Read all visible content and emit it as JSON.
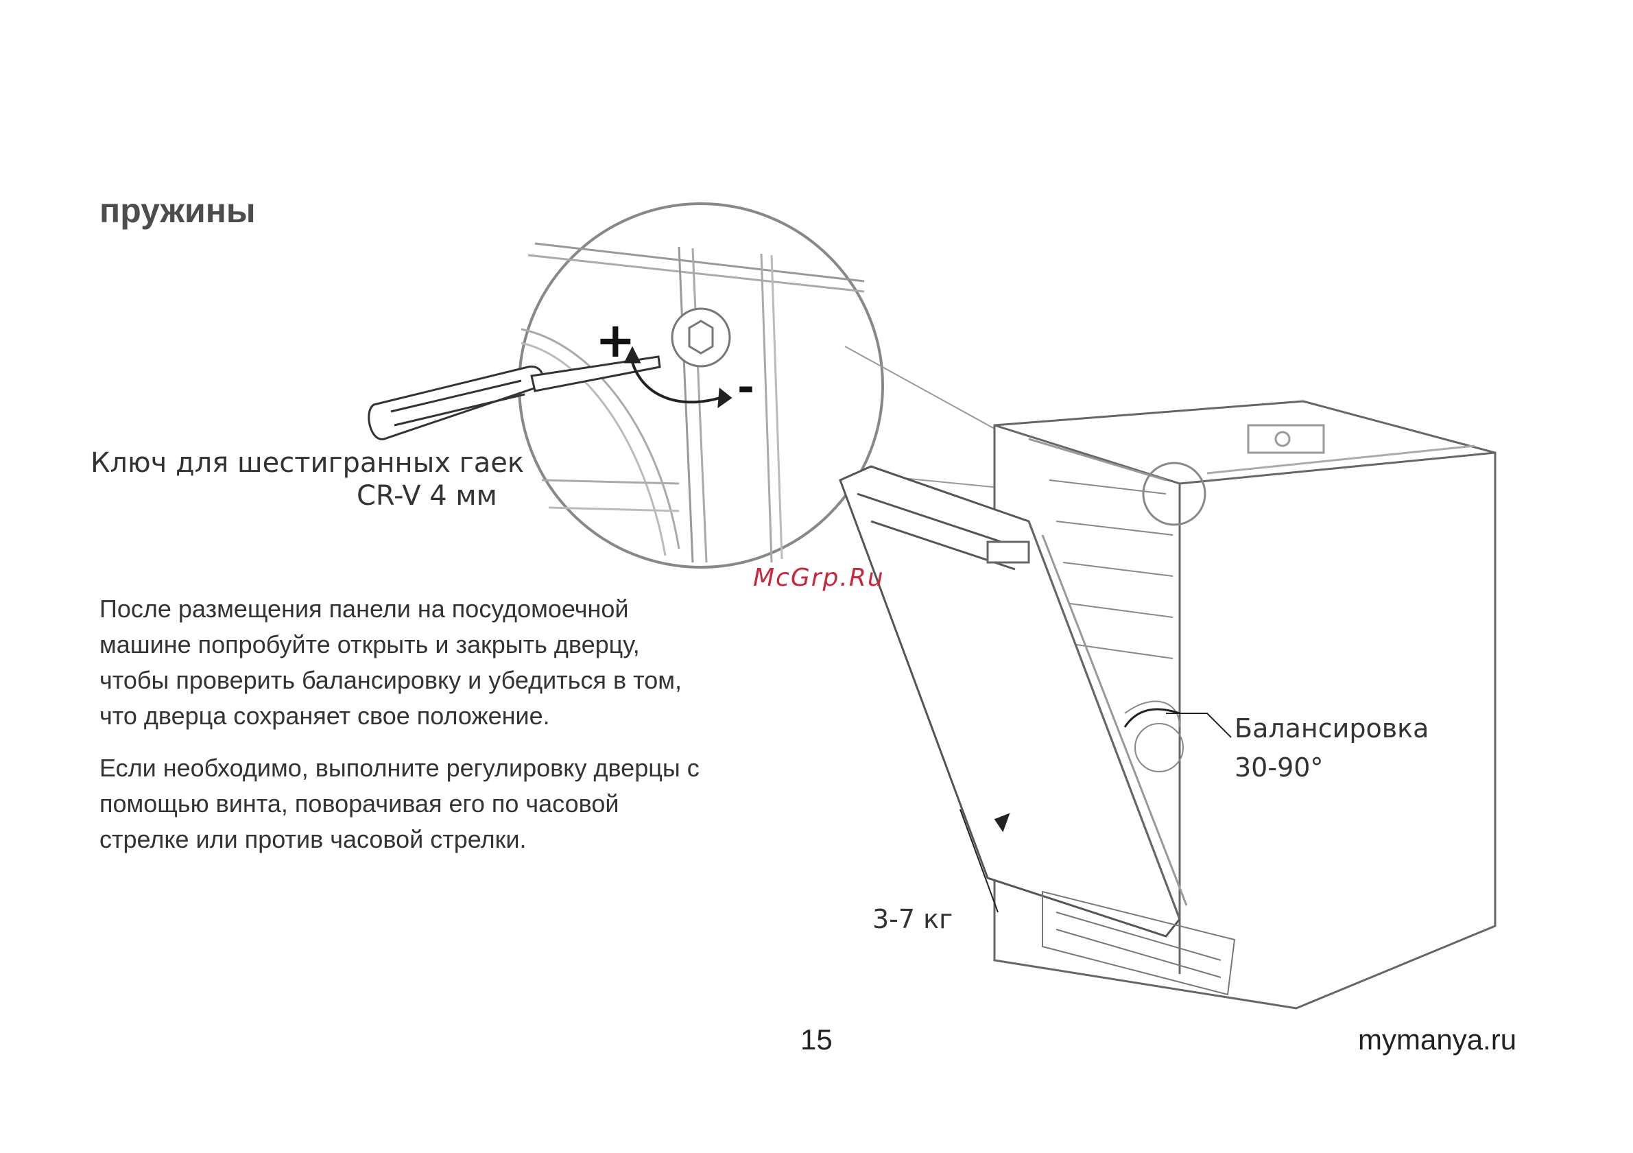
{
  "heading": "пружины",
  "paragraph1": [
    "После размещения панели на посудомоечной",
    "машине попробуйте открыть и закрыть дверцу,",
    "чтобы проверить балансировку и убедиться в том,",
    "что дверца сохраняет свое положение."
  ],
  "paragraph2": [
    "Если необходимо, выполните регулировку дверцы с",
    "помощью винта, поворачивая его по часовой",
    "стрелке или против часовой стрелки."
  ],
  "illustration": {
    "wrench_label_line1": "Ключ для шестигранных гаек",
    "wrench_label_line2": "CR-V 4 мм",
    "plus_sign": "+",
    "minus_sign": "-",
    "balance_label_line1": "Балансировка",
    "balance_label_line2": "30-90°",
    "weight_label": "3-7 кг"
  },
  "watermark": "McGrp.Ru",
  "footer": {
    "page_number": "15",
    "site": "mymanya.ru"
  }
}
